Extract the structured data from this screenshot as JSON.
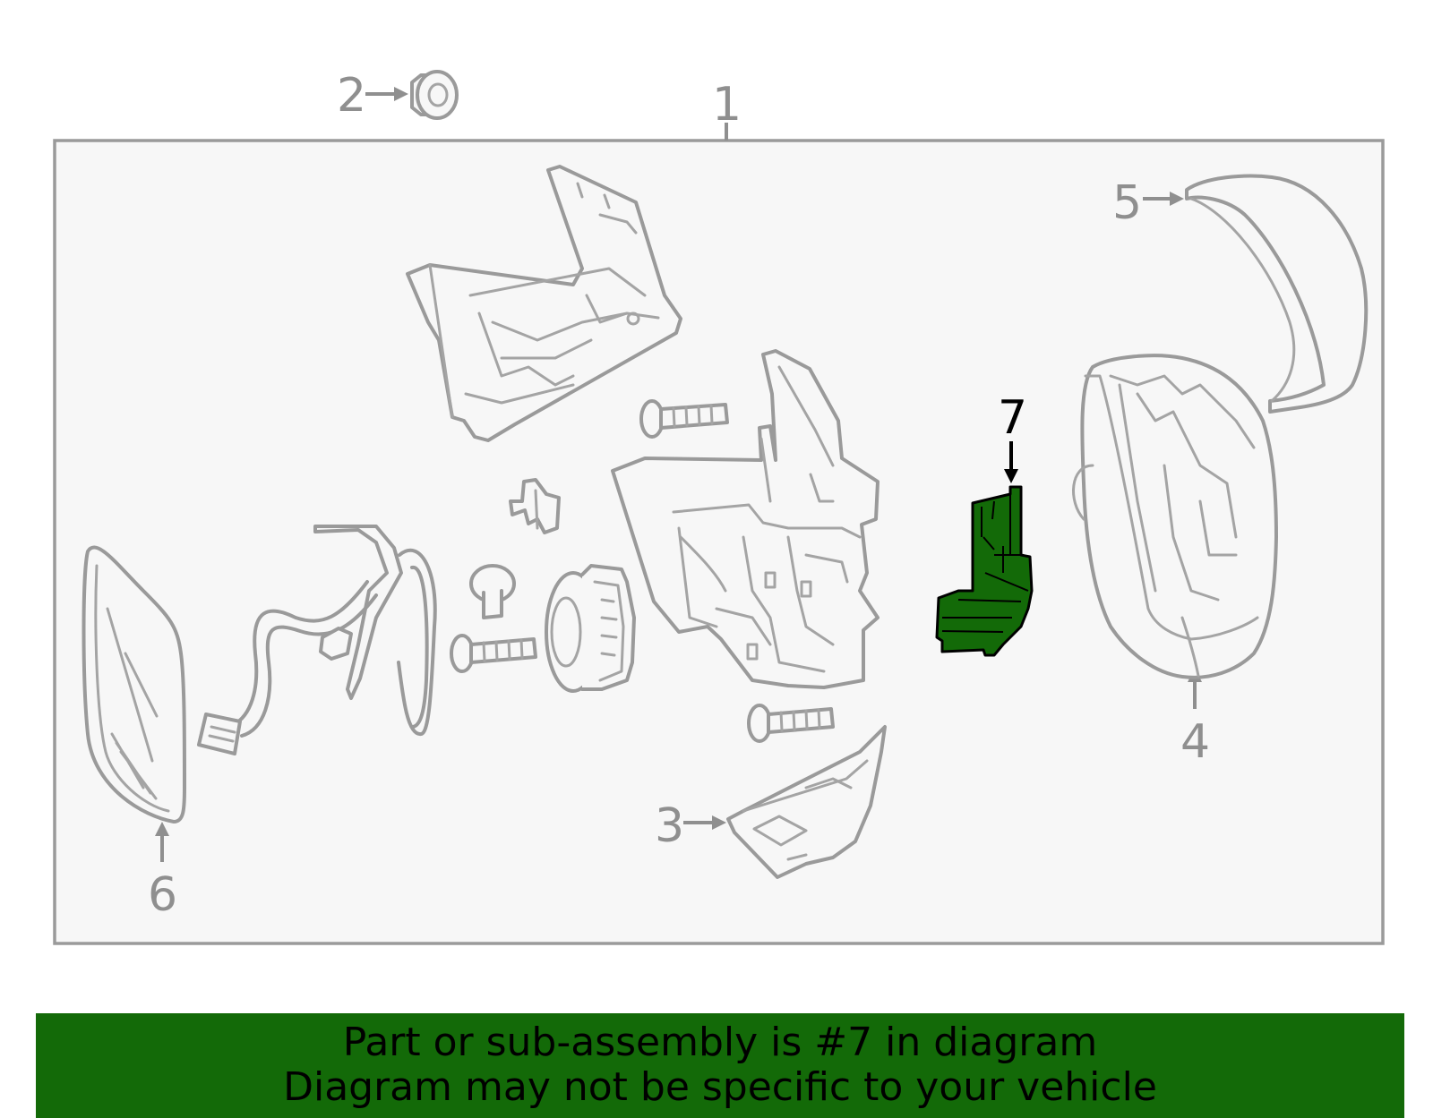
{
  "callouts": {
    "c1": "1",
    "c2": "2",
    "c3": "3",
    "c4": "4",
    "c5": "5",
    "c6": "6",
    "c7": "7"
  },
  "highlight_color": "#136a08",
  "banner": {
    "line1": "Part or sub-assembly is #7 in diagram",
    "line2": "Diagram may not be specific to your vehicle"
  }
}
